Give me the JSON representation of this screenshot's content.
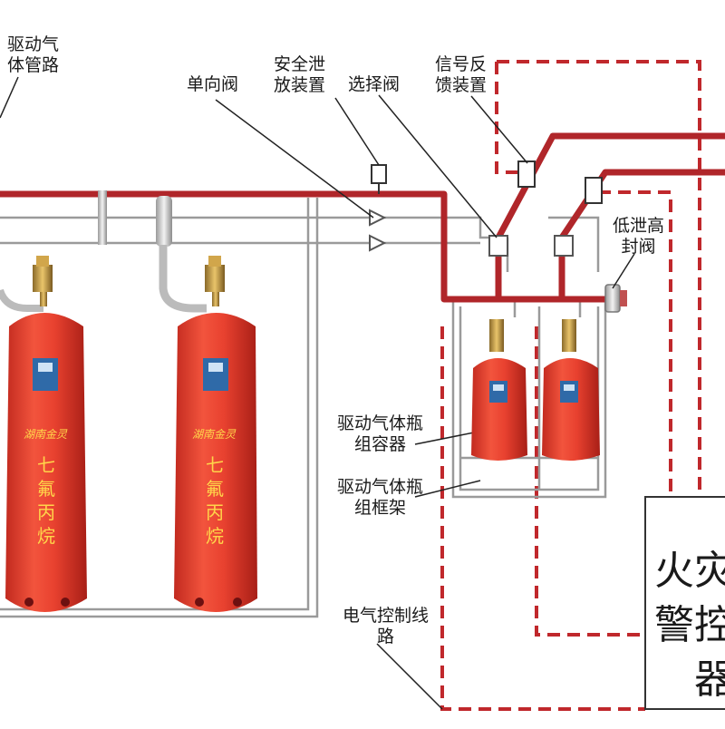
{
  "labels": {
    "drive_gas_pipe": [
      "驱动气",
      "体管路"
    ],
    "check_valve": [
      "单向阀"
    ],
    "safety_relief": [
      "安全泄",
      "放装置"
    ],
    "selector_valve": [
      "选择阀"
    ],
    "signal_feedback": [
      "信号反",
      "馈装置"
    ],
    "low_leak_seal_valve": [
      "低泄高",
      "封阀"
    ],
    "drive_cyl_container": [
      "驱动气体瓶",
      "组容器"
    ],
    "drive_cyl_frame": [
      "驱动气体瓶",
      "组框架"
    ],
    "electrical_control": [
      "电气控制线",
      "路"
    ]
  },
  "panel": {
    "lines": [
      "火灾",
      "警控",
      "器"
    ]
  },
  "cylinder_text": {
    "brand": "湖南金灵",
    "vertical_name": [
      "七",
      "氟",
      "丙",
      "烷"
    ]
  },
  "colors": {
    "pipe_red": "#b0262a",
    "dashed_red": "#c0282c",
    "cylinder_red": "#e8412f",
    "gray_pipe": "#9a9a9a",
    "label_blue": "#1f5fa6"
  }
}
